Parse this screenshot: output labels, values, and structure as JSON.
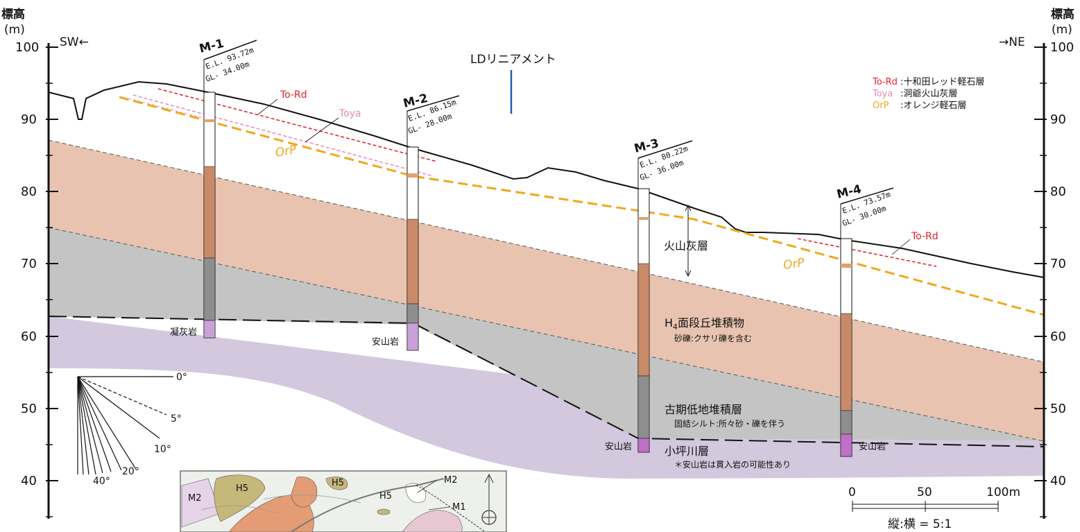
{
  "axis": {
    "unit_label_1": "標高",
    "unit_label_2": "(m)",
    "ticks": [
      "100",
      "90",
      "80",
      "70",
      "60",
      "50",
      "40"
    ],
    "left_direction": "SW←",
    "right_direction": "→NE"
  },
  "lineament_label": "LDリニアメント",
  "legend": [
    {
      "key": "To-Rd",
      "text": ":十和田レッド軽石層",
      "color": "#e0202a"
    },
    {
      "key": "Toya",
      "text": ":洞爺火山灰層",
      "color": "#e889b6"
    },
    {
      "key": "OrP",
      "text": ":オレンジ軽石層",
      "color": "#f0a81e"
    }
  ],
  "boreholes": [
    {
      "id": "M-1",
      "el": "E.L. 93.72m",
      "gl": "GL- 34.00m",
      "base_rock": "凝灰岩"
    },
    {
      "id": "M-2",
      "el": "E.L. 86.15m",
      "gl": "GL- 28.00m",
      "base_rock": "安山岩"
    },
    {
      "id": "M-3",
      "el": "E.L. 80.22m",
      "gl": "GL- 36.00m",
      "base_rock": "安山岩"
    },
    {
      "id": "M-4",
      "el": "E.L. 73.57m",
      "gl": "GL- 30.00m",
      "base_rock": "安山岩"
    }
  ],
  "tephra_labels": {
    "tord_1": "To-Rd",
    "toya": "Toya",
    "orp_1": "OrP",
    "orp_2": "OrP",
    "tord_2": "To-Rd"
  },
  "units": {
    "volcanic_ash": "火山灰層",
    "h4_title_main": "H",
    "h4_title_sub": "4",
    "h4_title_rest": "面段丘堆積物",
    "h4_desc": "砂礫:クサリ礫を含む",
    "old_lowland_title": "古期低地堆積層",
    "old_lowland_desc": "固結シルト:所々砂・礫を伴う",
    "kotsubogawa": "小坪川層",
    "note": "＊安山岩は貫入岩の可能性あり"
  },
  "dip_scale": {
    "labels": [
      "0°",
      "5°",
      "10°",
      "20°",
      "40°"
    ]
  },
  "scale_bar": {
    "labels": [
      "0",
      "50",
      "100m"
    ],
    "ratio": "縦:横 = 5:1"
  },
  "inset_map": {
    "labels": [
      "M2",
      "H5",
      "H5",
      "H5",
      "M2",
      "M1"
    ]
  }
}
